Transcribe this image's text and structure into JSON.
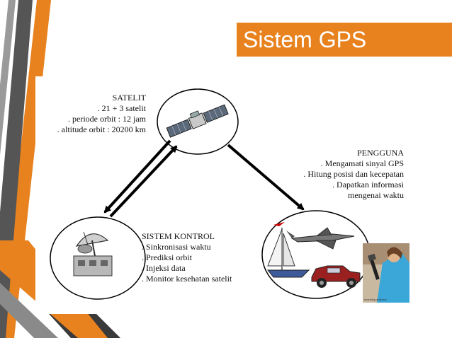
{
  "slide": {
    "title": "Sistem GPS",
    "accent_color": "#e8821e",
    "dark_color": "#3a3a3a"
  },
  "diagram": {
    "satellite": {
      "heading": "SATELIT",
      "lines": [
        ". 21 + 3 satelit",
        ". periode orbit : 12 jam",
        ". altitude orbit : 20200 km"
      ],
      "icon": "satellite-icon"
    },
    "control": {
      "heading": "SISTEM KONTROL",
      "lines": [
        ". Sinkronisasi waktu",
        ". Prediksi orbit",
        ". Injeksi data",
        ". Monitor kesehatan satelit"
      ],
      "icon": "antenna-dish-icon"
    },
    "user": {
      "heading": "PENGGUNA",
      "lines": [
        ". Mengamati sinyal GPS",
        ". Hitung posisi dan kecepatan",
        ". Dapatkan informasi",
        "mengenai waktu"
      ],
      "icons": [
        "jet-icon",
        "sailboat-icon",
        "car-icon",
        "hiker-photo"
      ],
      "photo_caption": "receiving antenna"
    }
  }
}
